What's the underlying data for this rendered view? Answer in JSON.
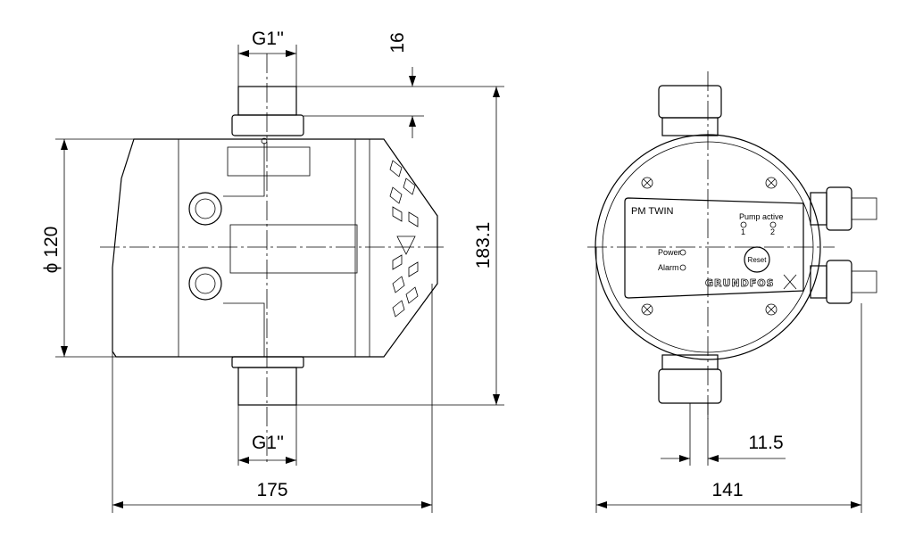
{
  "dimensions": {
    "thread_top": "G1''",
    "thread_bottom": "G1''",
    "connector_height": "16",
    "diameter": "120",
    "diameter_symbol": "ϕ",
    "total_height": "183.1",
    "side_width": "175",
    "front_width": "141",
    "offset": "11.5"
  },
  "panel": {
    "model": "PM TWIN",
    "pump_active_label": "Pump active",
    "pump_1": "1",
    "pump_2": "2",
    "power_label": "Power",
    "alarm_label": "Alarm",
    "reset_button": "Reset",
    "brand": "GRUNDFOS"
  }
}
